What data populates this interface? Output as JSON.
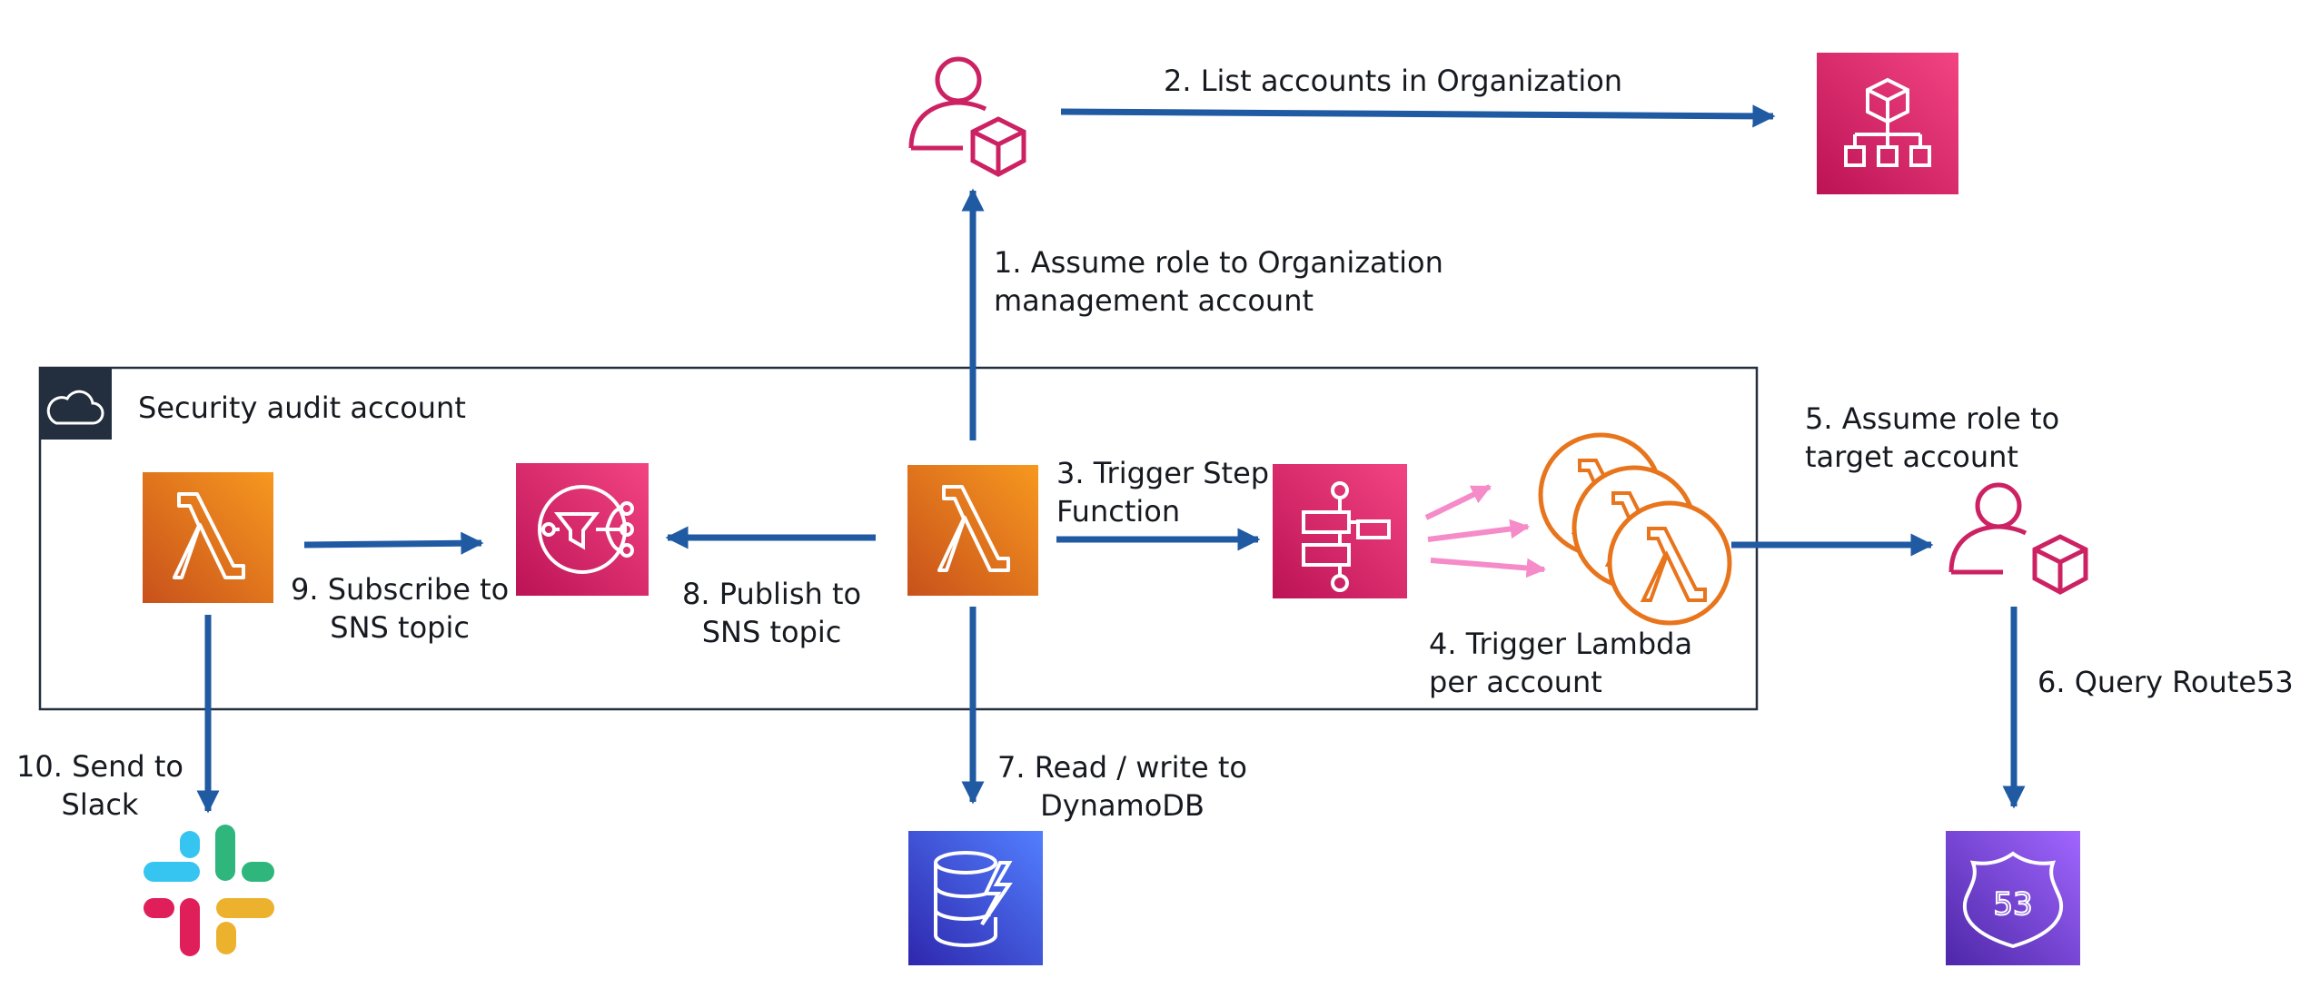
{
  "account_box": {
    "title": "Security audit account",
    "icon": "cloud-icon"
  },
  "steps": {
    "s1": [
      "1. Assume role to Organization",
      "management account"
    ],
    "s2": [
      "2. List accounts in Organization"
    ],
    "s3": [
      "3. Trigger Step",
      "Function"
    ],
    "s4": [
      "4. Trigger Lambda",
      "per account"
    ],
    "s5": [
      "5. Assume role to",
      "target account"
    ],
    "s6": [
      "6. Query Route53"
    ],
    "s7": [
      "7. Read / write to",
      "DynamoDB"
    ],
    "s8": [
      "8. Publish to",
      "SNS topic"
    ],
    "s9": [
      "9. Subscribe to",
      "SNS topic"
    ],
    "s10": [
      "10. Send to",
      "Slack"
    ]
  },
  "icons": {
    "org_role": "iam-role-icon",
    "organizations": "organizations-icon",
    "main_lambda": "lambda-icon",
    "subscriber_lambda": "lambda-icon",
    "sns": "sns-icon",
    "step_functions": "step-functions-icon",
    "per_account_lambdas": "lambda-instances-icon",
    "target_role": "iam-role-icon",
    "route53": "route53-icon",
    "dynamodb": "dynamodb-icon",
    "slack": "slack-icon"
  },
  "colors": {
    "arrow": "#1f5aa3",
    "fan_arrow": "#f58bc8",
    "lambda_orange": "#e8741c",
    "pink": "#d6246c",
    "purple": "#6b45d1",
    "dynamodb_blue": "#3b4fd6",
    "box_border": "#232f3e",
    "role_pink": "#cc2264"
  }
}
